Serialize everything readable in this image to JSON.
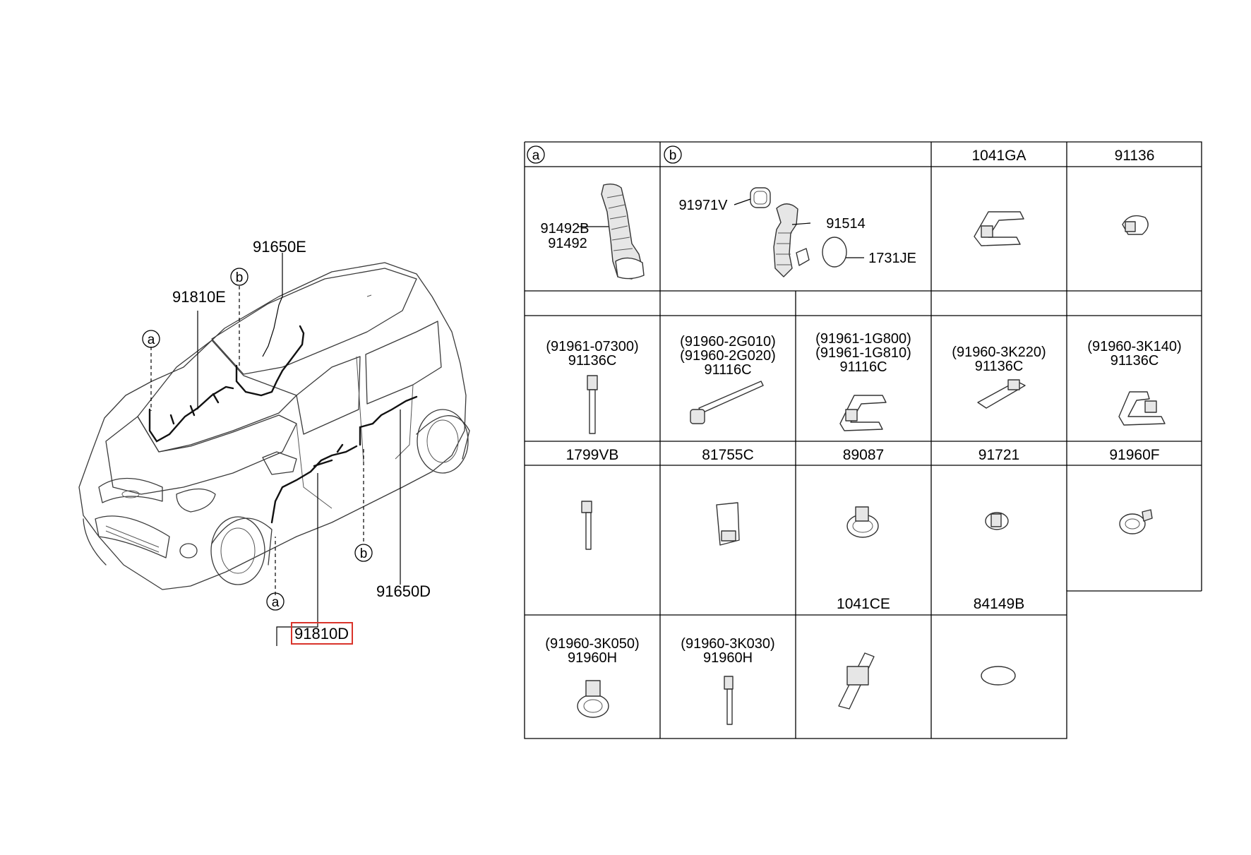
{
  "car": {
    "labels": {
      "top_harness": "91650E",
      "roof_harness": "91810E",
      "marker_b_top": "b",
      "marker_a_top": "a",
      "marker_a_bottom": "a",
      "marker_b_bottom": "b",
      "floor_harness": "91650D",
      "selected_part": "91810D"
    },
    "highlight_color": "#d9342b"
  },
  "table": {
    "row1": {
      "c1_header": "a",
      "c2_header": "b",
      "c3_header": "1041GA",
      "c4_header": "91136",
      "c1_parts": [
        "91492B",
        "91492"
      ],
      "c2_parts": [
        "91971V",
        "91514",
        "1731JE"
      ]
    },
    "row2": [
      {
        "line1": "(91961-07300)",
        "line2": "91136C"
      },
      {
        "line1": "(91960-2G010)",
        "line2": "(91960-2G020)",
        "line3": "91116C"
      },
      {
        "line1": "(91961-1G800)",
        "line2": "(91961-1G810)",
        "line3": "91116C"
      },
      {
        "line1": "(91960-3K220)",
        "line2": "91136C"
      },
      {
        "line1": "(91960-3K140)",
        "line2": "91136C"
      }
    ],
    "row3_headers": [
      "1799VB",
      "81755C",
      "89087",
      "91721",
      "91960F"
    ],
    "row4_headers": [
      "",
      "",
      "1041CE",
      "84149B"
    ],
    "row4": [
      {
        "line1": "(91960-3K050)",
        "line2": "91960H"
      },
      {
        "line1": "(91960-3K030)",
        "line2": "91960H"
      }
    ]
  }
}
